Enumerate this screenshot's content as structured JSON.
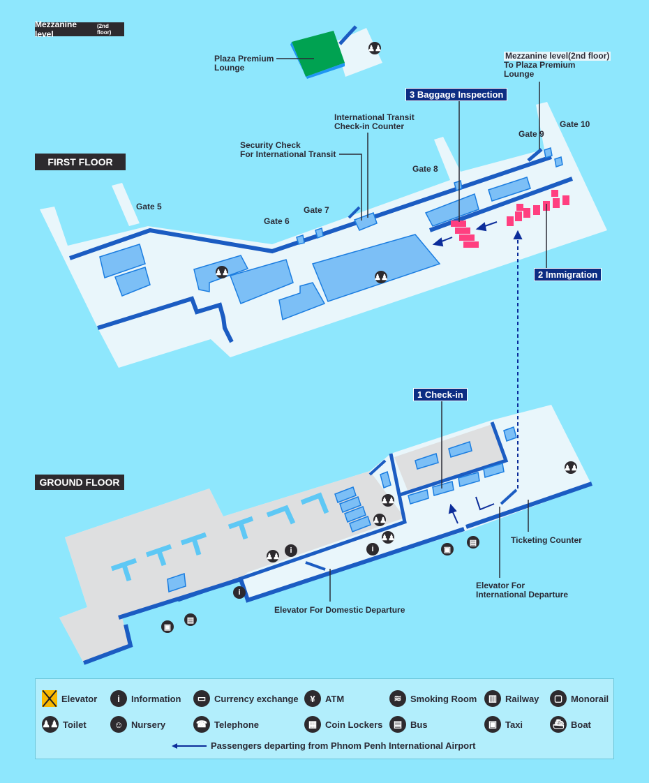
{
  "levels": {
    "mezzanine": "Mezzanine level",
    "mezzanine_sub": "(2nd floor)",
    "first": "FIRST FLOOR",
    "ground": "GROUND FLOOR"
  },
  "labels": {
    "lounge": [
      "Plaza Premium",
      "Lounge"
    ],
    "to_lounge": [
      "Mezzanine level(2nd floor)",
      "To Plaza Premium",
      "Lounge"
    ],
    "transit_checkin": [
      "International Transit",
      "Check-in Counter"
    ],
    "security": [
      "Security Check",
      "For International Transit"
    ],
    "ticketing": "Ticketing Counter",
    "elev_intl": [
      "Elevator For",
      "International Departure"
    ],
    "elev_dom": "Elevator For Domestic Departure"
  },
  "gates": [
    "Gate 5",
    "Gate 6",
    "Gate 7",
    "Gate 8",
    "Gate 9",
    "Gate 10"
  ],
  "steps": {
    "checkin": "1  Check-in",
    "immigration": "2  Immigration",
    "baggage": "3  Baggage Inspection"
  },
  "legend": {
    "items": [
      "Elevator",
      "Information",
      "Currency exchange",
      "ATM",
      "Smoking Room",
      "Railway",
      "Monorail",
      "Toilet",
      "Nursery",
      "Telephone",
      "Coin Lockers",
      "Bus",
      "Taxi",
      "Boat"
    ],
    "route": "Passengers departing from  Phnom Penh International Airport"
  },
  "colors": {
    "floor": "#e9f6fb",
    "wall": "#1b5cc2",
    "block": "#7cbff6",
    "pink": "#ff3f80",
    "lounge": "#00a251",
    "ground": "#dedfe0",
    "route": "#0c2d9a"
  }
}
